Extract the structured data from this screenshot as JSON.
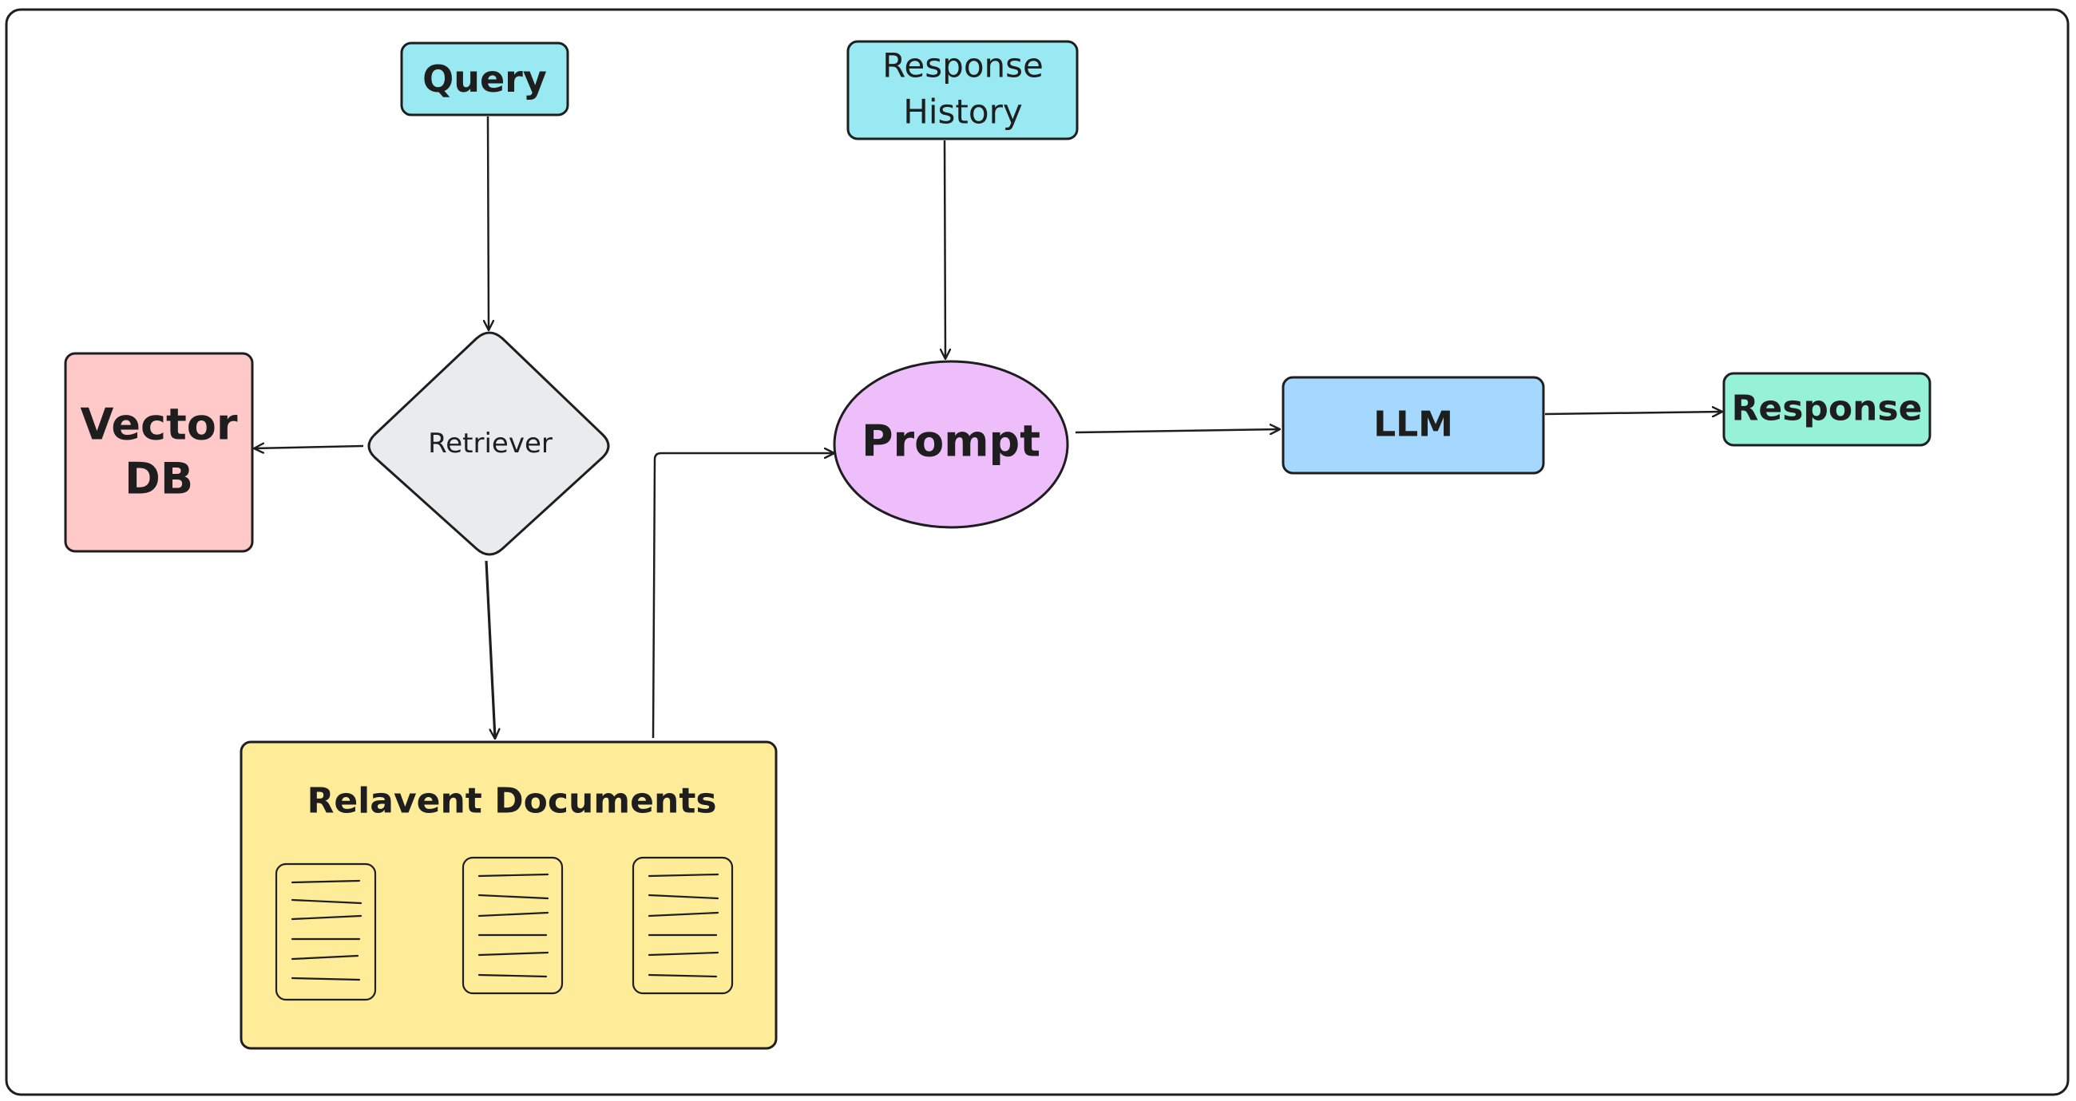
{
  "diagram": {
    "nodes": {
      "query": {
        "label": "Query",
        "fill": "#99e9f2"
      },
      "response_history": {
        "label_line1": "Response",
        "label_line2": "History",
        "fill": "#99e9f2"
      },
      "vector_db": {
        "label_line1": "Vector",
        "label_line2": "DB",
        "fill": "#ffc9c9"
      },
      "retriever": {
        "label": "Retriever",
        "fill": "#e9ecef"
      },
      "prompt": {
        "label": "Prompt",
        "fill": "#eebefa"
      },
      "llm": {
        "label": "LLM",
        "fill": "#a5d8ff"
      },
      "response": {
        "label": "Response",
        "fill": "#96f2d7"
      },
      "relevant_documents": {
        "label": "Relavent Documents",
        "fill": "#ffec99"
      }
    },
    "edges": [
      {
        "from": "query",
        "to": "retriever"
      },
      {
        "from": "response_history",
        "to": "prompt"
      },
      {
        "from": "retriever",
        "to": "vector_db"
      },
      {
        "from": "retriever",
        "to": "relevant_documents"
      },
      {
        "from": "relevant_documents",
        "to": "prompt"
      },
      {
        "from": "prompt",
        "to": "llm"
      },
      {
        "from": "llm",
        "to": "response"
      }
    ],
    "colors": {
      "stroke": "#1e1e1e",
      "background": "#ffffff"
    }
  }
}
